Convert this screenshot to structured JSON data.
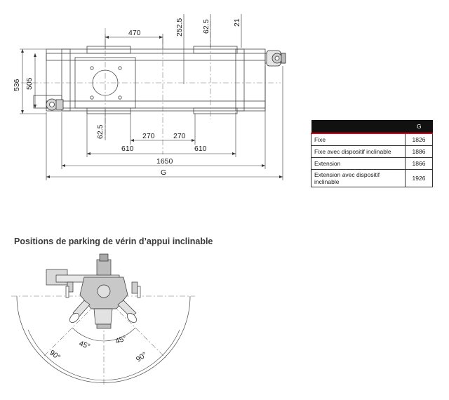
{
  "top_view": {
    "dims": {
      "d470": "470",
      "d252_5": "252.5",
      "d62_5_top": "62.5",
      "d21": "21",
      "d536": "536",
      "d505": "505",
      "d62_5_left": "62.5",
      "d270_left": "270",
      "d270_right": "270",
      "d610_left": "610",
      "d610_right": "610",
      "d1650": "1650",
      "dG": "G"
    }
  },
  "table": {
    "header": [
      "",
      "G"
    ],
    "rows": [
      {
        "label": "Fixe",
        "value": "1826"
      },
      {
        "label": "Fixe avec dispositif inclinable",
        "value": "1886"
      },
      {
        "label": "Extension",
        "value": "1866"
      },
      {
        "label": "Extension avec dispositif inclinable",
        "value": "1926"
      }
    ],
    "accent_color": "#e2001a"
  },
  "section_heading": "Positions de parking de vérin d’appui inclinable",
  "bottom_view": {
    "angles": {
      "a45_left": "45°",
      "a45_right": "45°",
      "a90_left": "90°",
      "a90_right": "90°"
    }
  }
}
